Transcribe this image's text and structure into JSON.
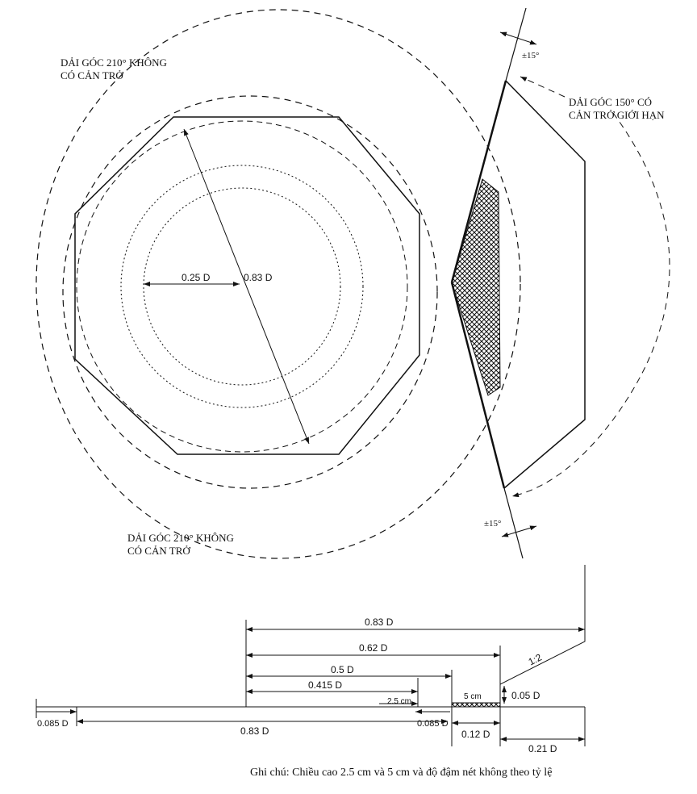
{
  "labels": {
    "zone_210_top": [
      "DẢI GÓC 210° KHÔNG",
      "CÓ CẢN TRỞ"
    ],
    "zone_150": [
      "DẢI GÓC 150° CÓ",
      "CẢN TRỞ GIỚI HẠN"
    ],
    "zone_210_bottom": [
      "DẢI GÓC 210° KHÔNG",
      "CÓ CẢN TRỞ"
    ],
    "angle_top": "±15°",
    "angle_bottom": "±15°",
    "radius": "0.25 D",
    "diameter": "0.83 D"
  },
  "dimensions": {
    "d083_top": "0.83 D",
    "d062": "0.62 D",
    "d05": "0.5 D",
    "d0415": "0.415 D",
    "d25cm": "2.5 cm",
    "d5cm": "5 cm",
    "d005": "0.05 D",
    "slope": "1:2",
    "d0085_left": "0.085 D",
    "d083_bottom": "0.83 D",
    "d0085_right": "0.085 D",
    "d012": "0.12 D",
    "d021": "0.21 D"
  },
  "note": "Ghi chú: Chiều cao 2.5 cm và 5 cm và độ đậm nét không theo tỷ lệ"
}
